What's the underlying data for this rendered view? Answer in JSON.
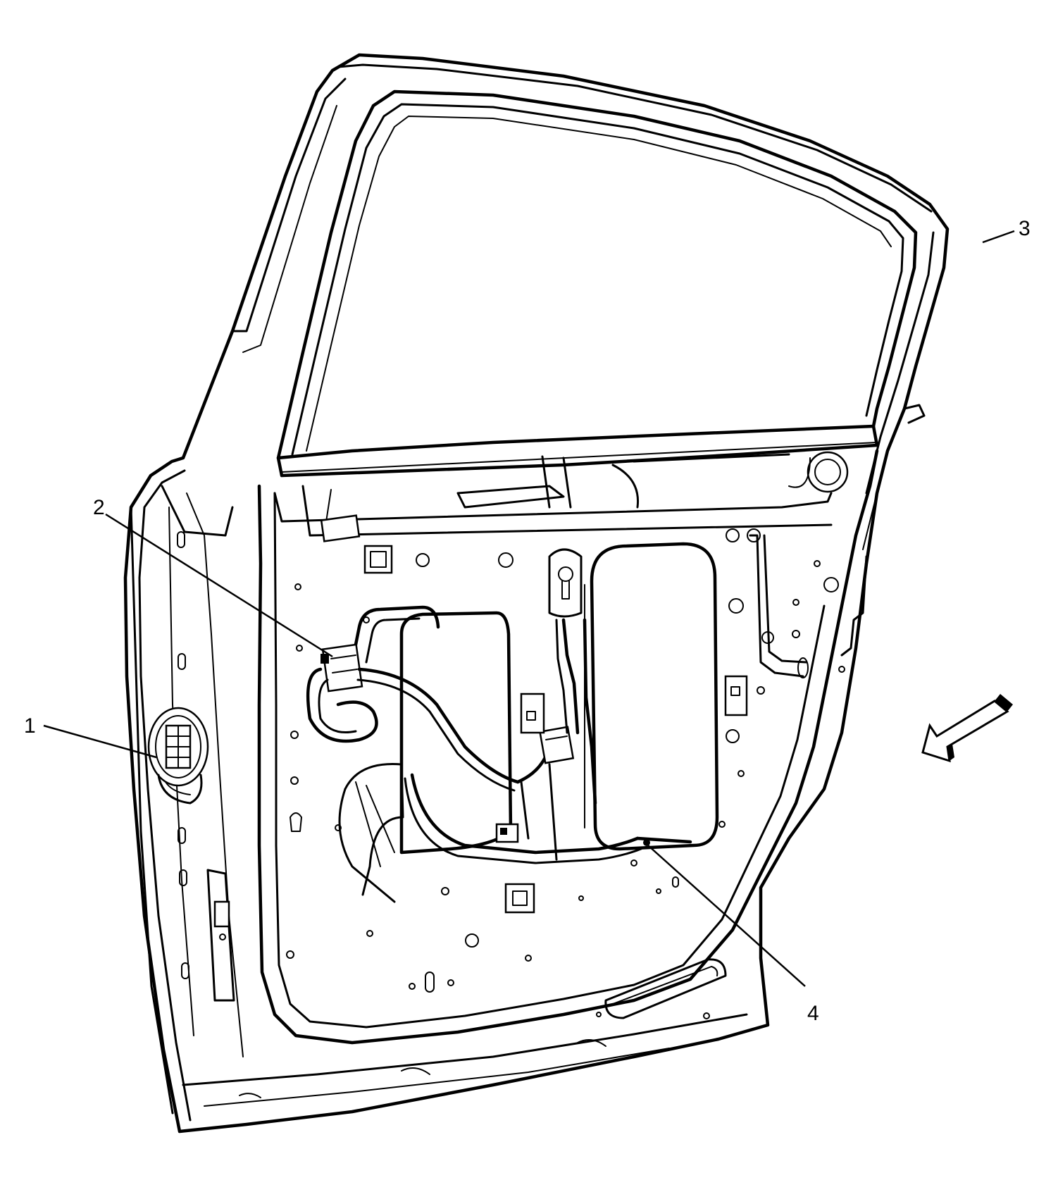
{
  "callouts": [
    {
      "id": "1",
      "label": "1"
    },
    {
      "id": "2",
      "label": "2"
    },
    {
      "id": "3",
      "label": "3"
    },
    {
      "id": "4",
      "label": "4"
    }
  ],
  "icons": {
    "view_direction": "arrow-left-down-icon"
  }
}
